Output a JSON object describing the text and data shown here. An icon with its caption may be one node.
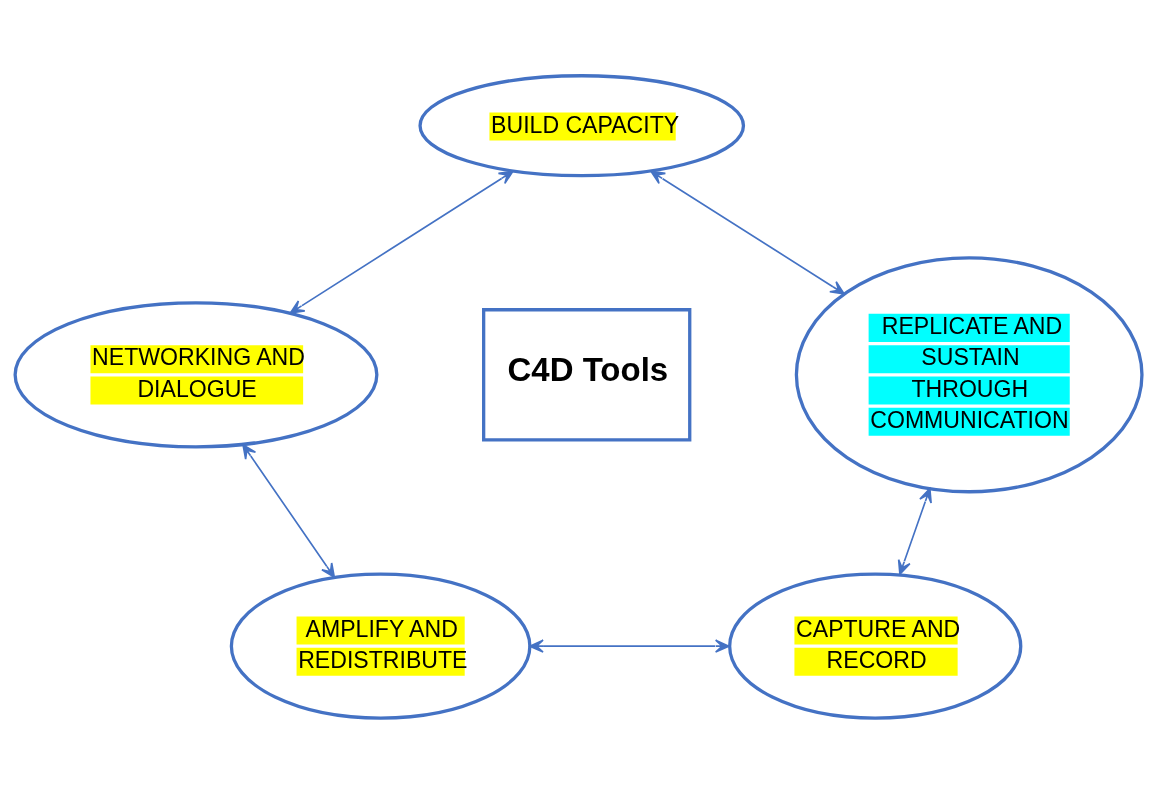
{
  "diagram": {
    "nodes": [
      {
        "text": [
          "BUILD CAPACITY"
        ]
      },
      {
        "text": [
          "NETWORKING AND DIALOGUE"
        ]
      },
      {
        "text": [
          "C4D Tools"
        ]
      },
      {
        "text": [
          "REPLICATE AND SUSTAIN THROUGH COMMUNICATION"
        ]
      },
      {
        "text": [
          "AMPLIFY AND REDISTRIBUTE"
        ]
      },
      {
        "text": [
          "CAPTURE AND RECORD"
        ]
      }
    ],
    "edges": [
      {
        "from": 0,
        "to": 1,
        "arrow": "both"
      },
      {
        "from": 0,
        "to": 3,
        "arrow": "both"
      },
      {
        "from": 3,
        "to": 5,
        "arrow": "both"
      },
      {
        "from": 4,
        "to": 5,
        "arrow": "both"
      },
      {
        "from": 1,
        "to": 4,
        "arrow": "both"
      }
    ]
  }
}
